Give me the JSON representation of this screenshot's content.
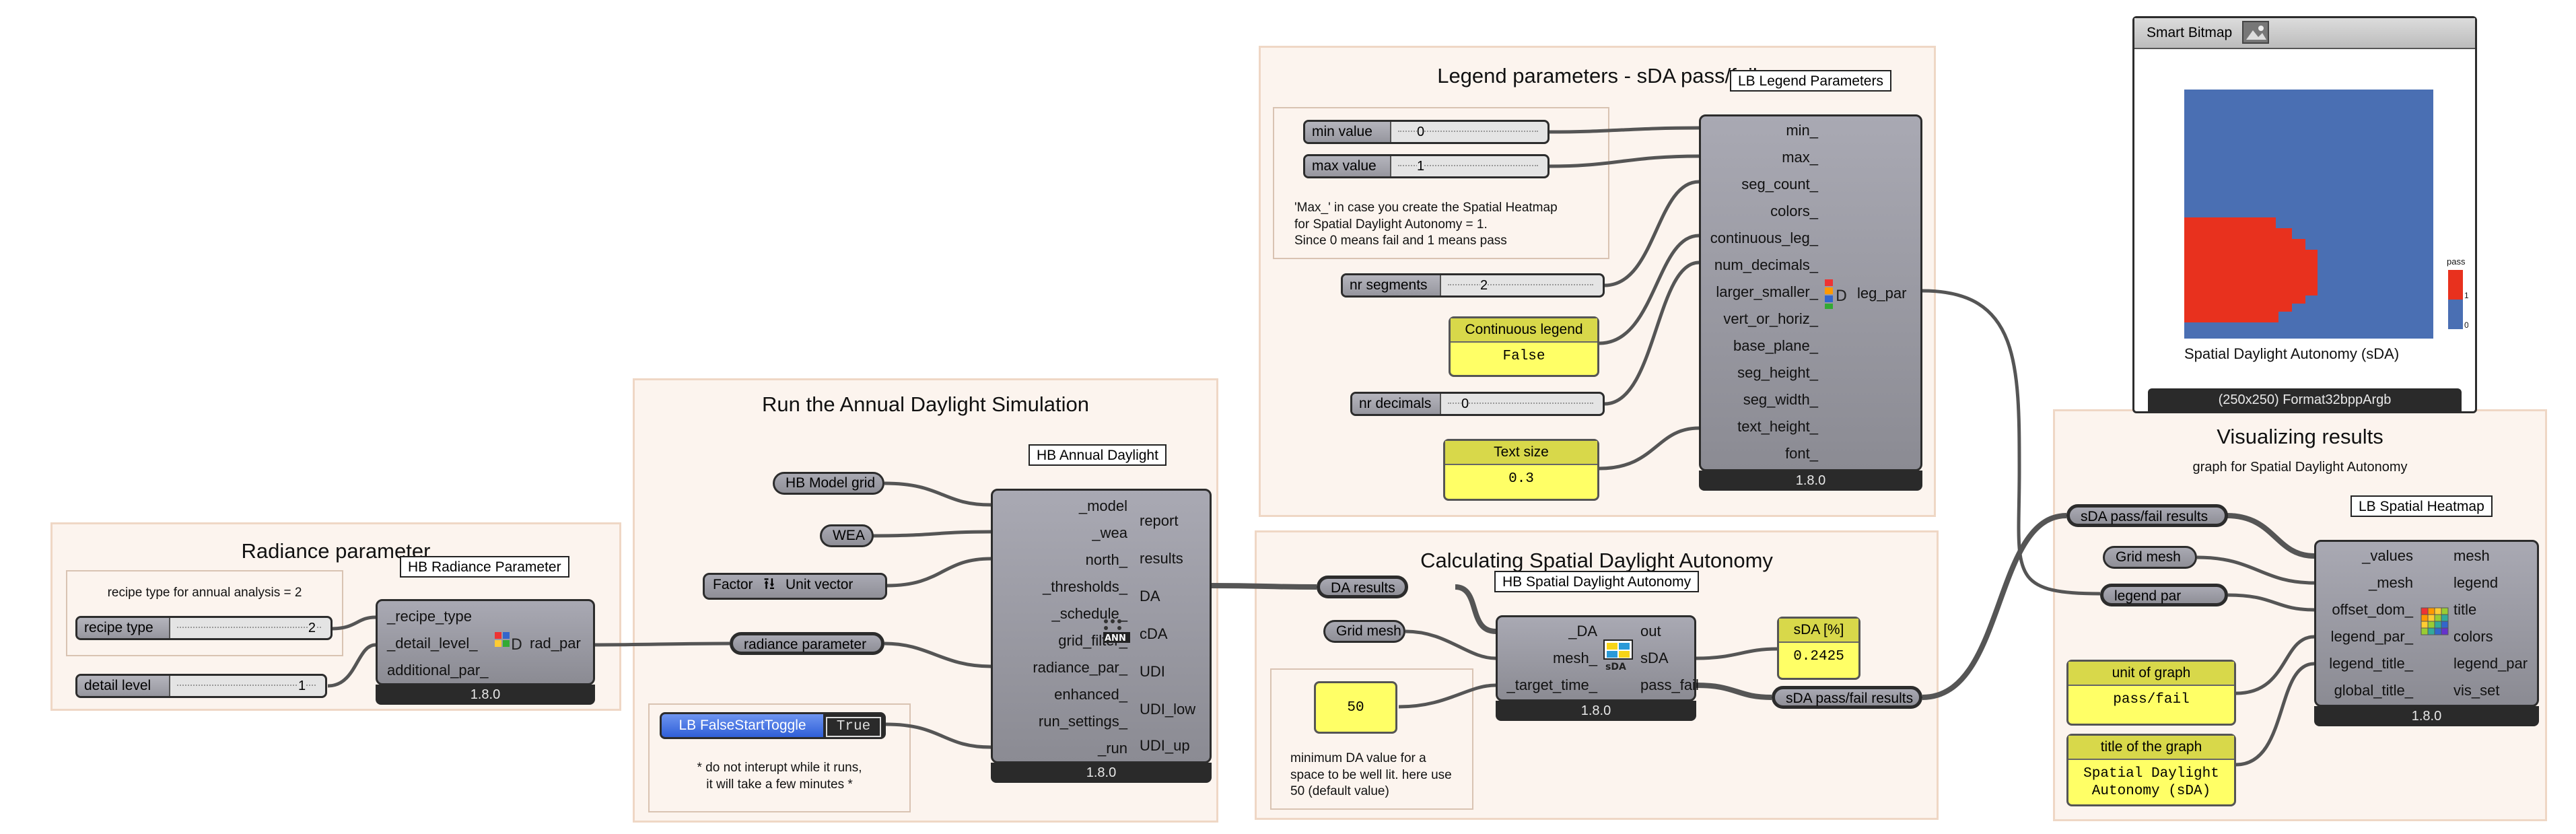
{
  "groups": {
    "radiance": {
      "title": "Radiance parameter",
      "note": "recipe type for annual analysis = 2"
    },
    "annual": {
      "title": "Run the Annual Daylight Simulation",
      "note": "* do not interupt while it runs,\nit will take a few minutes *"
    },
    "legend": {
      "title": "Legend parameters - sDA pass/fail",
      "note": "'Max_' in case you create the Spatial Heatmap\nfor Spatial Daylight Autonomy = 1.\nSince 0 means fail and 1 means pass"
    },
    "sda": {
      "title": "Calculating Spatial Daylight Autonomy",
      "note": "minimum DA value for a\nspace to be well lit. here use\n50 (default value)"
    },
    "vis": {
      "title": "Visualizing results",
      "subtitle": "graph for Spatial Daylight Autonomy"
    }
  },
  "sliders": {
    "recipe_type": {
      "label": "recipe type",
      "value": "2"
    },
    "detail_level": {
      "label": "detail level",
      "value": "1"
    },
    "min_value": {
      "label": "min value",
      "value": "0"
    },
    "max_value": {
      "label": "max value",
      "value": "1"
    },
    "nr_segments": {
      "label": "nr segments",
      "value": "2"
    },
    "nr_decimals": {
      "label": "nr decimals",
      "value": "0"
    }
  },
  "components": {
    "hb_radiance_parameter": {
      "tag": "HB Radiance Parameter",
      "inputs": [
        "_recipe_type",
        "_detail_level_",
        "additional_par_"
      ],
      "outputs": [
        "rad_par"
      ],
      "version": "1.8.0"
    },
    "hb_annual_daylight": {
      "tag": "HB Annual Daylight",
      "inputs": [
        "_model",
        "_wea",
        "north_",
        "_thresholds_",
        "_schedule_",
        "grid_filter_",
        "radiance_par_",
        "enhanced_",
        "run_settings_",
        "_run"
      ],
      "outputs": [
        "report",
        "results",
        "DA",
        "cDA",
        "UDI",
        "UDI_low",
        "UDI_up"
      ],
      "icon_text": "ANN",
      "version": "1.8.0"
    },
    "lb_legend_parameters": {
      "tag": "LB Legend Parameters",
      "inputs": [
        "min_",
        "max_",
        "seg_count_",
        "colors_",
        "continuous_leg_",
        "num_decimals_",
        "larger_smaller_",
        "vert_or_horiz_",
        "base_plane_",
        "seg_height_",
        "seg_width_",
        "text_height_",
        "font_"
      ],
      "outputs": [
        "leg_par"
      ],
      "version": "1.8.0"
    },
    "hb_spatial_daylight_autonomy": {
      "tag": "HB Spatial Daylight Autonomy",
      "inputs": [
        "_DA",
        "mesh_",
        "_target_time_"
      ],
      "outputs": [
        "out",
        "sDA",
        "pass_fail"
      ],
      "icon_text": "sDA",
      "version": "1.8.0"
    },
    "lb_spatial_heatmap": {
      "tag": "LB Spatial Heatmap",
      "inputs": [
        "_values",
        "_mesh",
        "offset_dom_",
        "legend_par_",
        "legend_title_",
        "global_title_"
      ],
      "outputs": [
        "mesh",
        "legend",
        "title",
        "colors",
        "legend_par",
        "vis_set"
      ],
      "version": "1.8.0"
    }
  },
  "params": {
    "hb_model_grid": "HB Model grid",
    "wea": "WEA",
    "factor": "Factor",
    "unit_vector": "Unit vector",
    "radiance_parameter": "radiance parameter",
    "da_results": "DA results",
    "grid_mesh_1": "Grid mesh",
    "grid_mesh_2": "Grid mesh",
    "sda_pass_fail_1": "sDA pass/fail results",
    "sda_pass_fail_2": "sDA pass/fail results",
    "legend_par": "legend par"
  },
  "toggle": {
    "label": "LB FalseStartToggle",
    "value": "True"
  },
  "panels": {
    "continuous_legend": {
      "header": "Continuous legend",
      "value": "False"
    },
    "text_size": {
      "header": "Text size",
      "value": "0.3"
    },
    "sda_pct": {
      "header": "sDA [%]",
      "value": "0.2425"
    },
    "target_time": {
      "header": "",
      "value": "50"
    },
    "unit_of_graph": {
      "header": "unit of graph",
      "value": "pass/fail"
    },
    "title_of_graph": {
      "header": "title of the graph",
      "value": "Spatial Daylight\nAutonomy (sDA)"
    }
  },
  "bitmap": {
    "title": "Smart Bitmap",
    "caption": "Spatial Daylight Autonomy (sDA)",
    "legend_title": "pass",
    "legend_ticks": [
      "1",
      "0"
    ],
    "footer": "(250x250) Format32bppArgb",
    "colors": {
      "fail": "#e8311e",
      "pass": "#4a6fb3"
    }
  },
  "colors": {
    "group_fill": "#fcf4ee",
    "group_border": "#efd7c5",
    "component": "#9b9ba3",
    "panel_yellow": "#ffff66",
    "toggle_blue": "#3b6fe0",
    "wire": "#555555"
  }
}
